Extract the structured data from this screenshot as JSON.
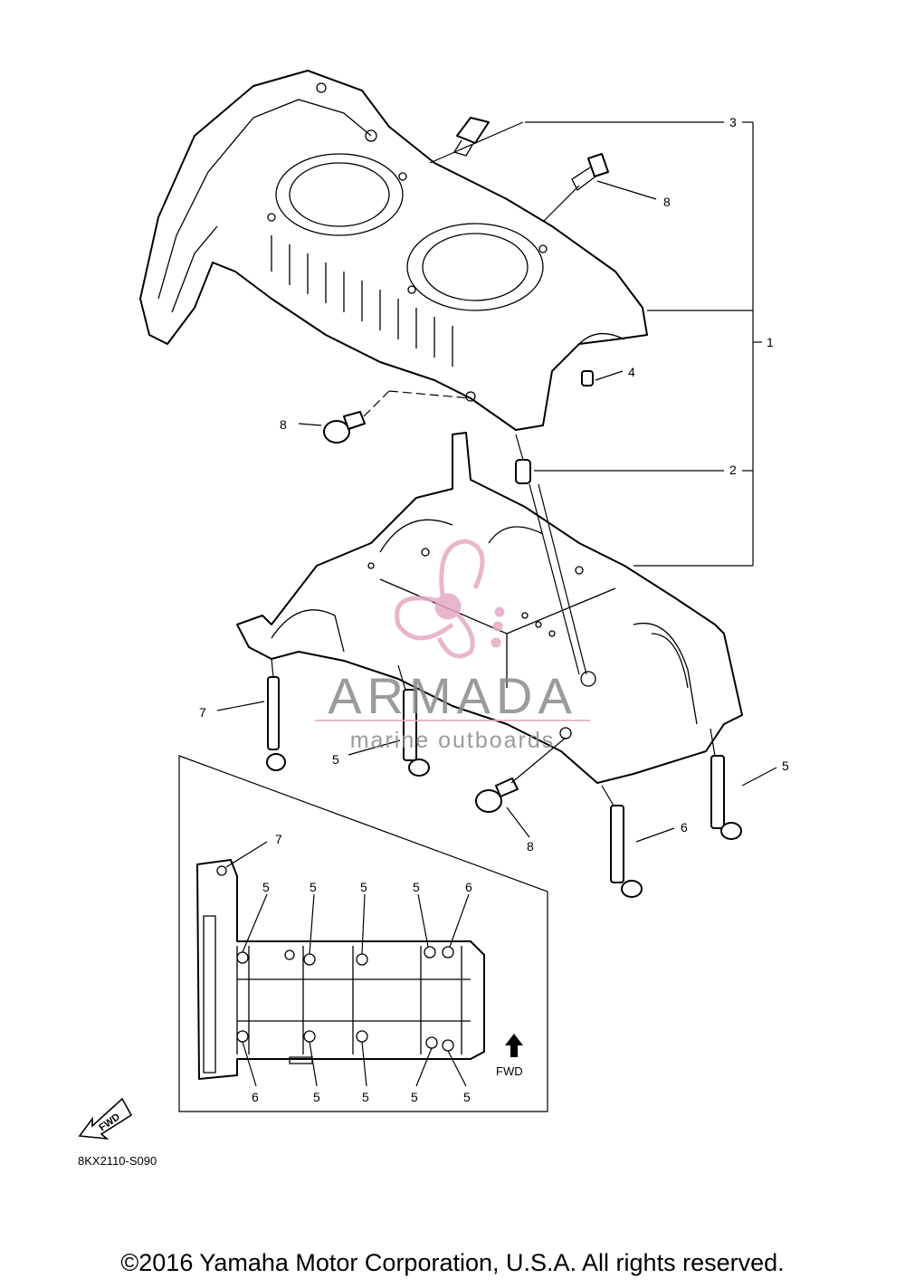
{
  "callouts": {
    "c1": "1",
    "c2": "2",
    "c3": "3",
    "c4": "4",
    "c5a": "5",
    "c5b": "5",
    "c6a": "6",
    "c7a": "7",
    "c8a": "8",
    "c8b": "8",
    "c8c": "8",
    "inset": {
      "c7": "7",
      "top5a": "5",
      "top5b": "5",
      "top5c": "5",
      "top5d": "5",
      "top6": "6",
      "bot6": "6",
      "bot5a": "5",
      "bot5b": "5",
      "bot5c": "5",
      "bot5d": "5"
    }
  },
  "inset_fwd_label": "FWD",
  "badge_fwd_label": "FWD",
  "diagram_code": "8KX2110-S090",
  "watermark": {
    "brand": "ARMADA",
    "tagline": "marine outboards",
    "color": "#e6a9c4"
  },
  "copyright": "©2016 Yamaha Motor Corporation, U.S.A. All rights reserved."
}
